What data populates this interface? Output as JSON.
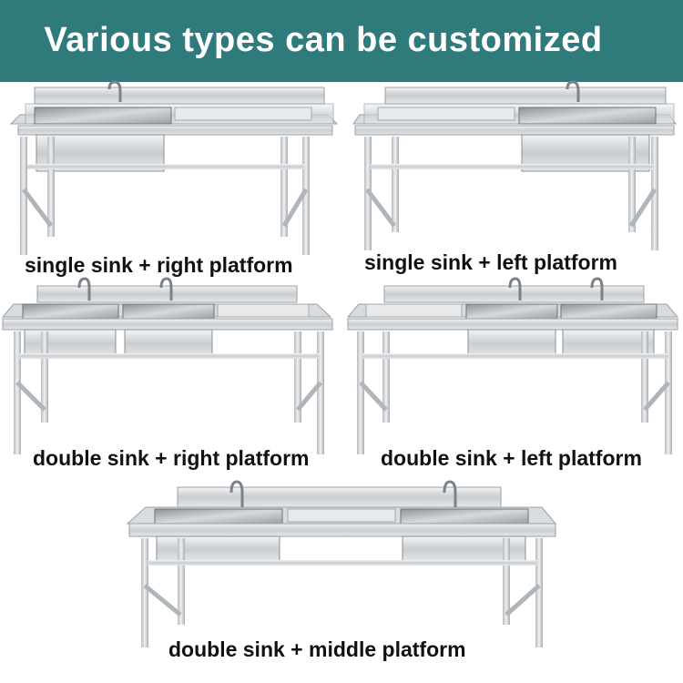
{
  "banner": {
    "title": "Various types can be customized",
    "color": "#2f7a7b"
  },
  "products": [
    {
      "caption": "single sink + right platform"
    },
    {
      "caption": "single sink + left platform"
    },
    {
      "caption": "double sink + right platform"
    },
    {
      "caption": "double sink + left platform"
    },
    {
      "caption": "double sink + middle platform"
    }
  ]
}
